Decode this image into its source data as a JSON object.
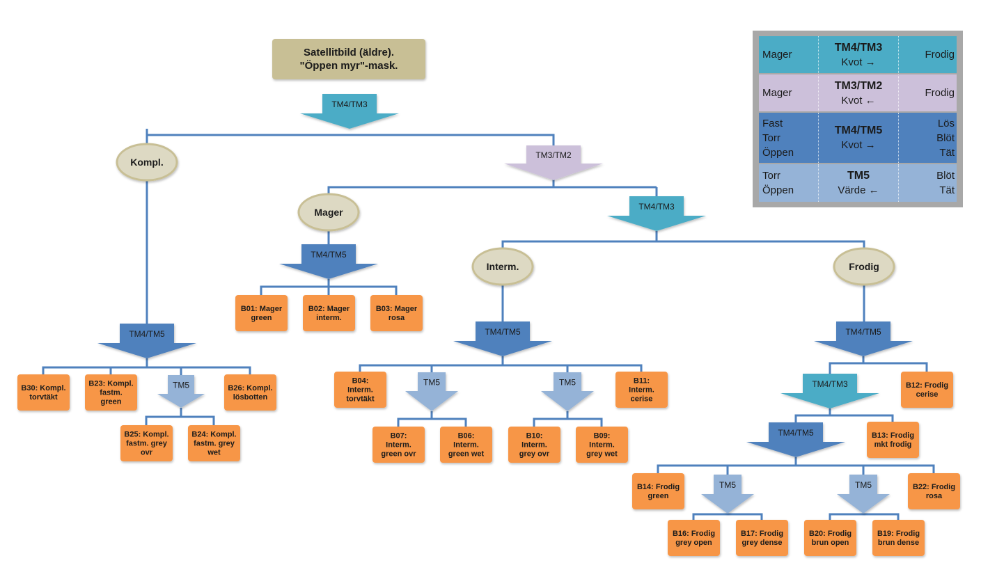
{
  "root": {
    "line1": "Satellitbild (äldre).",
    "line2": "\"Öppen myr\"-mask."
  },
  "colors": {
    "tm43": "#4bacc6",
    "tm32": "#ccc0da",
    "tm45": "#4f81bd",
    "tm5": "#95b3d7",
    "leaf": "#f79646",
    "ellipse": "#ddd9c3",
    "line": "#4f81bd",
    "legend_bg": "#a8a8a8",
    "root_bg": "#c8bf95"
  },
  "arrows": [
    {
      "id": "a1",
      "label": "TM4/TM3",
      "kind": "tm43"
    },
    {
      "id": "a2",
      "label": "TM3/TM2",
      "kind": "tm32"
    },
    {
      "id": "a3",
      "label": "TM4/TM3",
      "kind": "tm43"
    },
    {
      "id": "a4",
      "label": "TM4/TM5",
      "kind": "tm45"
    },
    {
      "id": "a5",
      "label": "TM4/TM5",
      "kind": "tm45"
    },
    {
      "id": "a6",
      "label": "TM5",
      "kind": "tm5"
    },
    {
      "id": "a7",
      "label": "TM4/TM5",
      "kind": "tm45"
    },
    {
      "id": "a8",
      "label": "TM5",
      "kind": "tm5"
    },
    {
      "id": "a9",
      "label": "TM5",
      "kind": "tm5"
    },
    {
      "id": "a10",
      "label": "TM4/TM5",
      "kind": "tm45"
    },
    {
      "id": "a11",
      "label": "TM4/TM3",
      "kind": "tm43"
    },
    {
      "id": "a12",
      "label": "TM4/TM5",
      "kind": "tm45"
    },
    {
      "id": "a13",
      "label": "TM5",
      "kind": "tm5"
    },
    {
      "id": "a14",
      "label": "TM5",
      "kind": "tm5"
    }
  ],
  "ellipses": [
    {
      "id": "e1",
      "label": "Kompl."
    },
    {
      "id": "e2",
      "label": "Mager"
    },
    {
      "id": "e3",
      "label": "Interm."
    },
    {
      "id": "e4",
      "label": "Frodig"
    }
  ],
  "leaves": [
    {
      "id": "b01",
      "lines": [
        "B01: Mager",
        "green"
      ]
    },
    {
      "id": "b02",
      "lines": [
        "B02: Mager",
        "interm."
      ]
    },
    {
      "id": "b03",
      "lines": [
        "B03: Mager",
        "rosa"
      ]
    },
    {
      "id": "b30",
      "lines": [
        "B30: Kompl.",
        "torvtäkt"
      ]
    },
    {
      "id": "b23",
      "lines": [
        "B23: Kompl.",
        "fastm.",
        "green"
      ]
    },
    {
      "id": "b26",
      "lines": [
        "B26: Kompl.",
        "lösbotten"
      ]
    },
    {
      "id": "b25",
      "lines": [
        "B25: Kompl.",
        "fastm. grey",
        "ovr"
      ]
    },
    {
      "id": "b24",
      "lines": [
        "B24: Kompl.",
        "fastm. grey",
        "wet"
      ]
    },
    {
      "id": "b04",
      "lines": [
        "B04:",
        "Interm.",
        "torvtäkt"
      ]
    },
    {
      "id": "b11",
      "lines": [
        "B11:",
        "Interm.",
        "cerise"
      ]
    },
    {
      "id": "b07",
      "lines": [
        "B07:",
        "Interm.",
        "green ovr"
      ]
    },
    {
      "id": "b06",
      "lines": [
        "B06:",
        "Interm.",
        "green wet"
      ]
    },
    {
      "id": "b10",
      "lines": [
        "B10:",
        "Interm.",
        "grey ovr"
      ]
    },
    {
      "id": "b09",
      "lines": [
        "B09:",
        "Interm.",
        "grey wet"
      ]
    },
    {
      "id": "b12",
      "lines": [
        "B12: Frodig",
        "cerise"
      ]
    },
    {
      "id": "b13",
      "lines": [
        "B13: Frodig",
        "mkt frodig"
      ]
    },
    {
      "id": "b14",
      "lines": [
        "B14: Frodig",
        "green"
      ]
    },
    {
      "id": "b22",
      "lines": [
        "B22: Frodig",
        "rosa"
      ]
    },
    {
      "id": "b16",
      "lines": [
        "B16: Frodig",
        "grey open"
      ]
    },
    {
      "id": "b17",
      "lines": [
        "B17: Frodig",
        "grey dense"
      ]
    },
    {
      "id": "b20",
      "lines": [
        "B20: Frodig",
        "brun open"
      ]
    },
    {
      "id": "b19",
      "lines": [
        "B19: Frodig",
        "brun dense"
      ]
    }
  ],
  "legend": [
    {
      "left": [
        "Mager"
      ],
      "title": "TM4/TM3",
      "sub": "Kvot →",
      "right": [
        "Frodig"
      ],
      "bg": "#4bacc6"
    },
    {
      "left": [
        "Mager"
      ],
      "title": "TM3/TM2",
      "sub": "Kvot ←",
      "right": [
        "Frodig"
      ],
      "bg": "#ccc0da"
    },
    {
      "left": [
        "Fast",
        "Torr",
        "Öppen"
      ],
      "title": "TM4/TM5",
      "sub": "Kvot →",
      "right": [
        "Lös",
        "Blöt",
        "Tät"
      ],
      "bg": "#4f81bd"
    },
    {
      "left": [
        "Torr",
        "Öppen"
      ],
      "title": "TM5",
      "sub": "Värde ←",
      "right": [
        "Blöt",
        "Tät"
      ],
      "bg": "#95b3d7"
    }
  ]
}
